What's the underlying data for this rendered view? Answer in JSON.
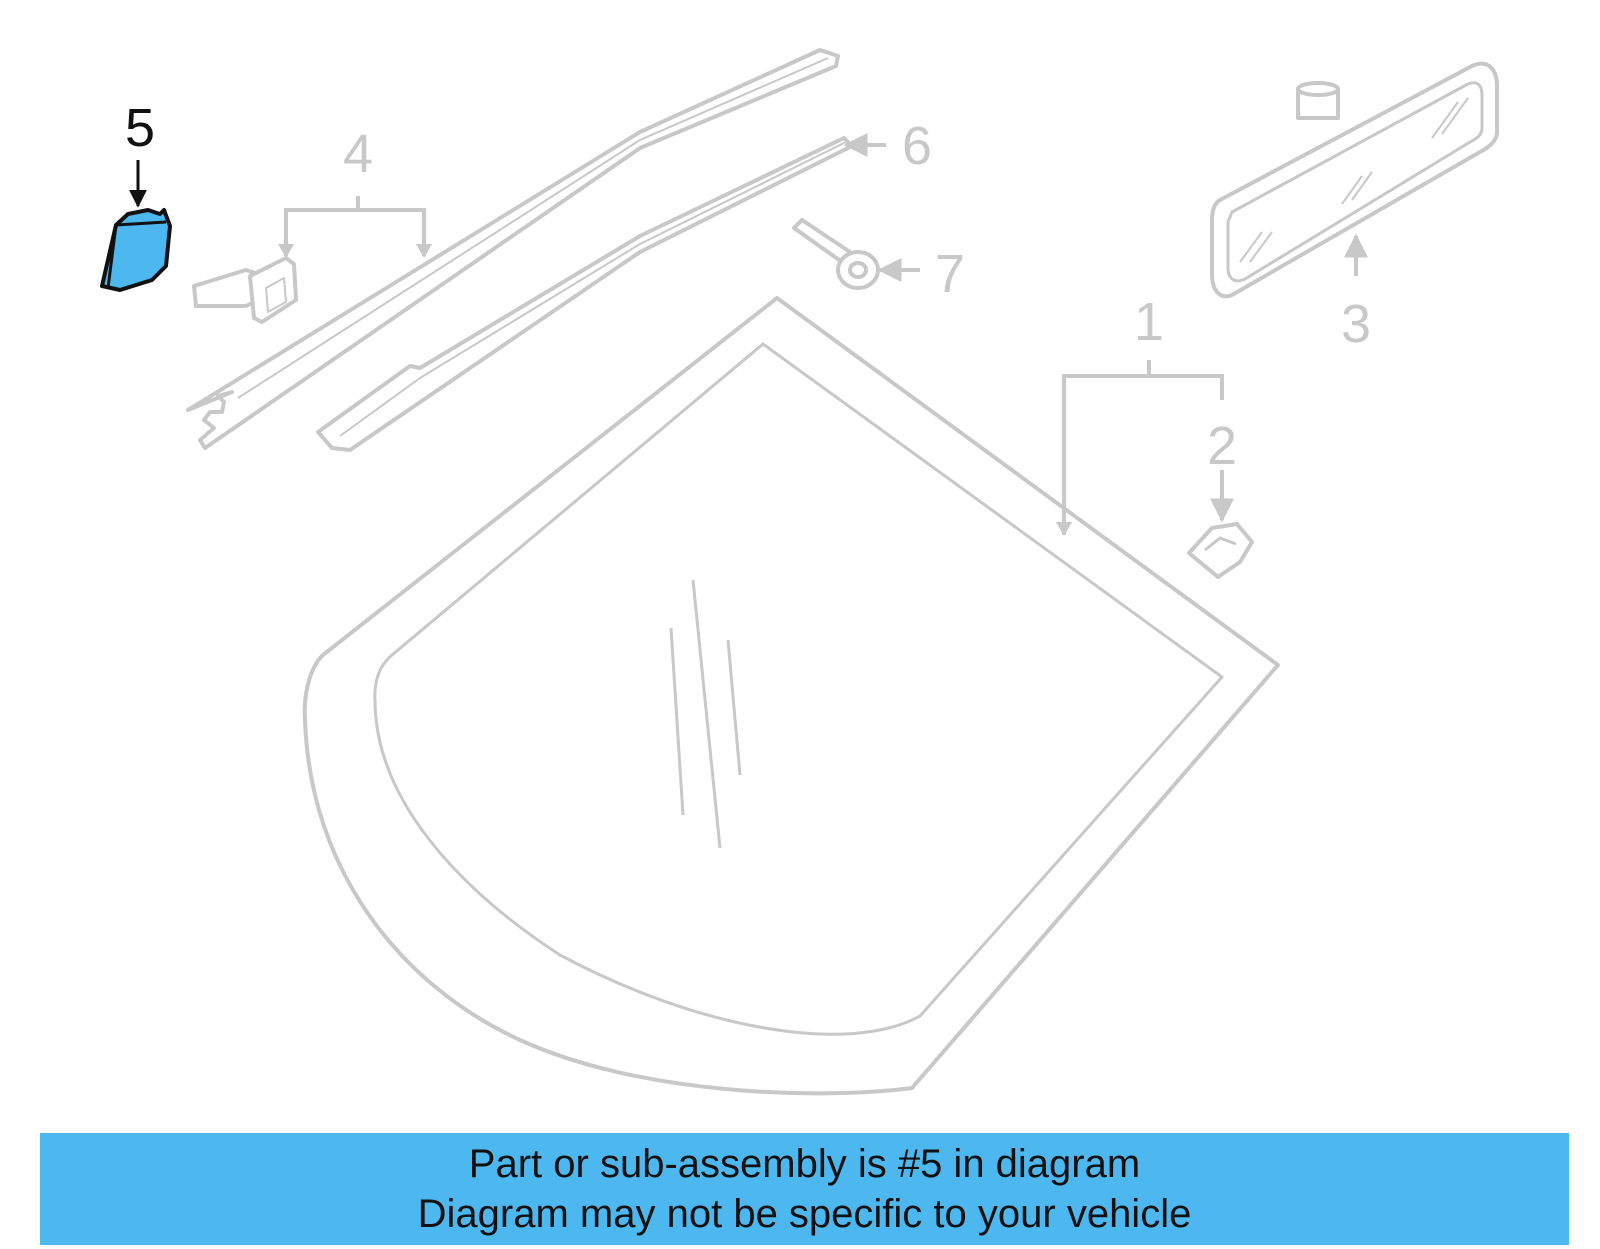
{
  "colors": {
    "highlight": "#4db8f0",
    "line": "#c8c8c8",
    "active": "#111111"
  },
  "callouts": {
    "c1": "1",
    "c2": "2",
    "c3": "3",
    "c4": "4",
    "c5": "5",
    "c6": "6",
    "c7": "7"
  },
  "highlighted_part": "5",
  "banner": {
    "line1": "Part or sub-assembly is #5 in diagram",
    "line2": "Diagram may not be specific to your vehicle"
  }
}
